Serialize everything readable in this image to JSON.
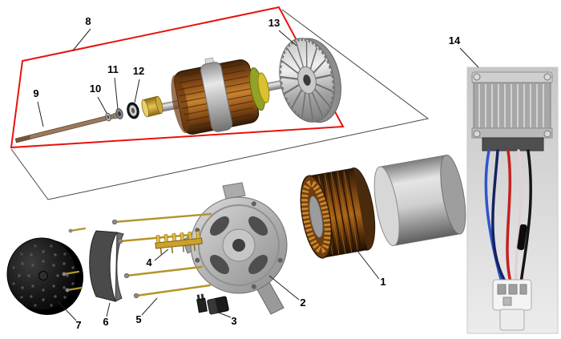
{
  "colors": {
    "highlight_outline": "#e8120c",
    "copper_winding": "#b06a1e",
    "photo_background": "#d9d9d9",
    "background": "#ffffff"
  },
  "diagram": {
    "type": "exploded-parts-diagram",
    "subject": "alternator-assembly",
    "callouts": {
      "n1": "1",
      "n2": "2",
      "n3": "3",
      "n4": "4",
      "n5": "5",
      "n6": "6",
      "n7": "7",
      "n8": "8",
      "n9": "9",
      "n10": "10",
      "n11": "11",
      "n12": "12",
      "n13": "13",
      "n14": "14"
    }
  }
}
